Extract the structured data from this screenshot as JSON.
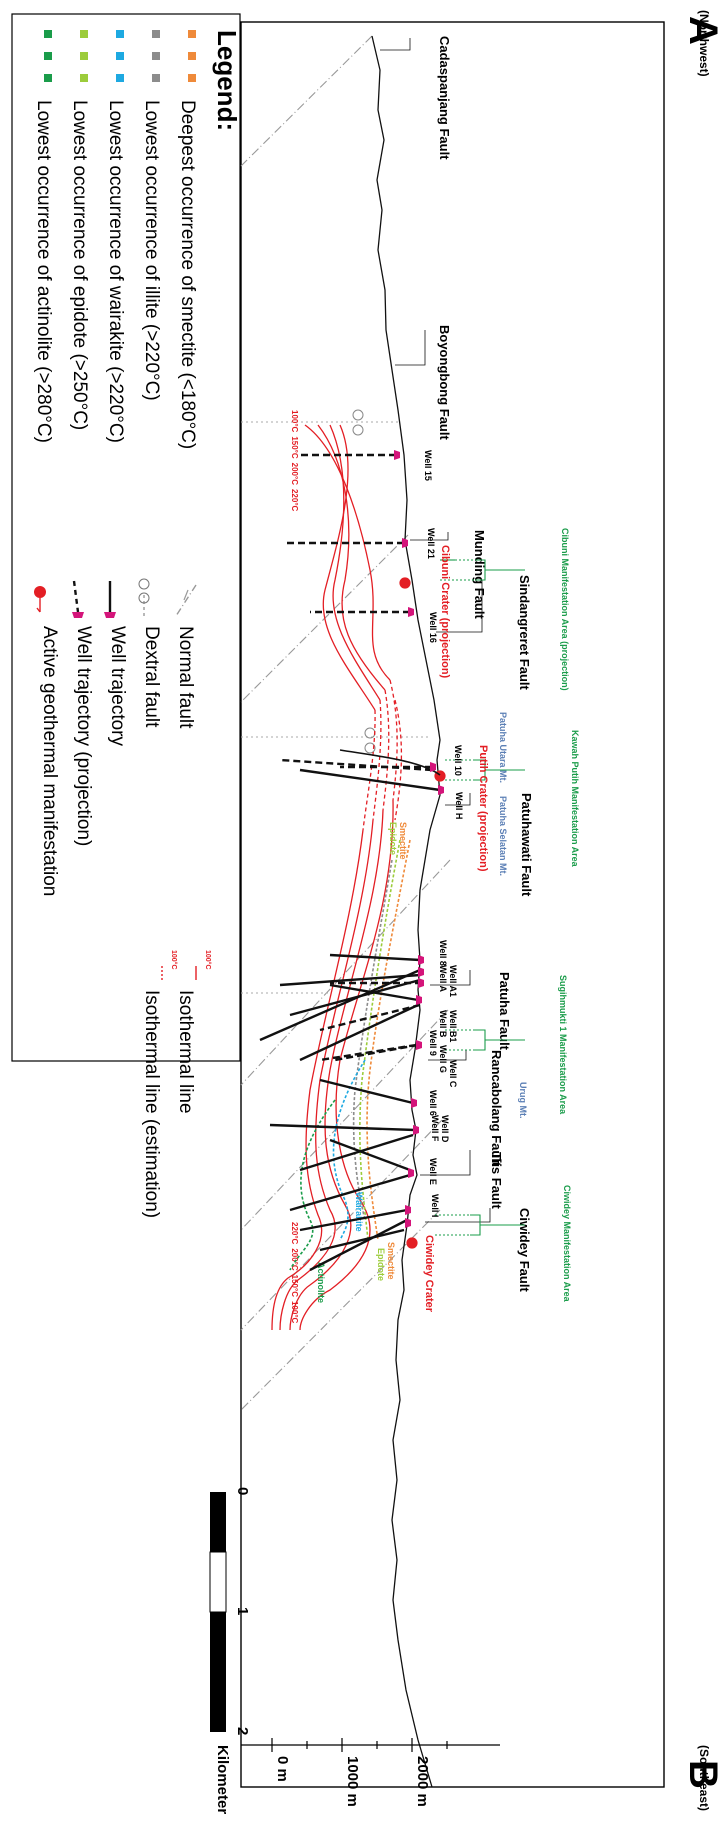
{
  "orientation": {
    "northwest_label": "(Northwest)",
    "southeast_label": "(Southeast)",
    "point_a": "A",
    "point_b": "B"
  },
  "legend": {
    "title": "Legend:",
    "mineral_items": [
      {
        "label": "Deepest occurrence of smectite (<180°C)",
        "color": "#ef8a3a"
      },
      {
        "label": "Lowest occurrence of illite (>220°C)",
        "color": "#8c8c8c"
      },
      {
        "label": "Lowest occurrence of wairakite (>220°C)",
        "color": "#1ea9e1"
      },
      {
        "label": "Lowest occurrence of epidote (>250°C)",
        "color": "#9ccc3b"
      },
      {
        "label": "Lowest occurrence of actinolite (>280°C)",
        "color": "#1a9c4a"
      }
    ],
    "symbol_items": [
      {
        "label": "Normal fault"
      },
      {
        "label": "Dextral fault"
      },
      {
        "label": "Well trajectory"
      },
      {
        "label": "Well trajectory (projection)"
      },
      {
        "label": "Active geothermal manifestation"
      }
    ],
    "isotherm_items": [
      {
        "label": "Isothermal line",
        "sample": "100°C"
      },
      {
        "label": "Isothermal line (estimation)",
        "sample": "100°C"
      }
    ]
  },
  "faults": [
    {
      "label": "Cadaspanjang Fault"
    },
    {
      "label": "Boyongbong Fault"
    },
    {
      "label": "Munding Fault"
    },
    {
      "label": "Sindangreret Fault"
    },
    {
      "label": "Patuhawati Fault"
    },
    {
      "label": "Patuha Fault"
    },
    {
      "label": "Rancabolang Fault"
    },
    {
      "label": "Tiis Fault"
    },
    {
      "label": "Ciwidey Fault"
    }
  ],
  "wells": [
    "Well 15",
    "Well 21",
    "Well 16",
    "Well 10",
    "Well H",
    "Well 8",
    "Well A1",
    "Well A",
    "Well B1",
    "Well B",
    "Well 9",
    "Well G",
    "Well C",
    "Well 6",
    "Well F",
    "Well D",
    "Well E",
    "Well I"
  ],
  "craters": [
    {
      "label": "Cibuni Crater (projection)"
    },
    {
      "label": "Putih Crater (projection)"
    },
    {
      "label": "Ciwidey Crater"
    }
  ],
  "manifestation_areas": [
    {
      "label": "Cibuni Manifestation Area (projection)",
      "color": "#1a9c4a"
    },
    {
      "label": "Kawah Putih Manifestation Area",
      "color": "#1a9c4a"
    },
    {
      "label": "Sugihmukti 1 Manifestation Area",
      "color": "#1a9c4a"
    },
    {
      "label": "Ciwidey Manifestation Area",
      "color": "#1a9c4a"
    }
  ],
  "mountains": [
    "Patuha Utara Mt.",
    "Patuha Selatan Mt.",
    "Urug Mt."
  ],
  "isotherm_labels": {
    "north": [
      "100°C",
      "150°C",
      "200°C",
      "220°C"
    ],
    "south": [
      "220°C",
      "200°C",
      "150°C",
      "100°C"
    ]
  },
  "mineral_labels": {
    "smectite": "Smectite",
    "epidote": "Epidote",
    "wairakite": "Wairakite",
    "actinolite": "Actinolite"
  },
  "depth_axis": {
    "ticks": [
      "0 m",
      "1000 m",
      "2000 m"
    ]
  },
  "scale_bar": {
    "ticks": [
      "0",
      "1",
      "2"
    ],
    "unit": "Kilometer"
  },
  "colors": {
    "isotherm": "#e31e24",
    "manifestation": "#1a9c4a",
    "mountain": "#5b7fb5",
    "well_marker": "#d4147a",
    "fault": "#999999"
  }
}
